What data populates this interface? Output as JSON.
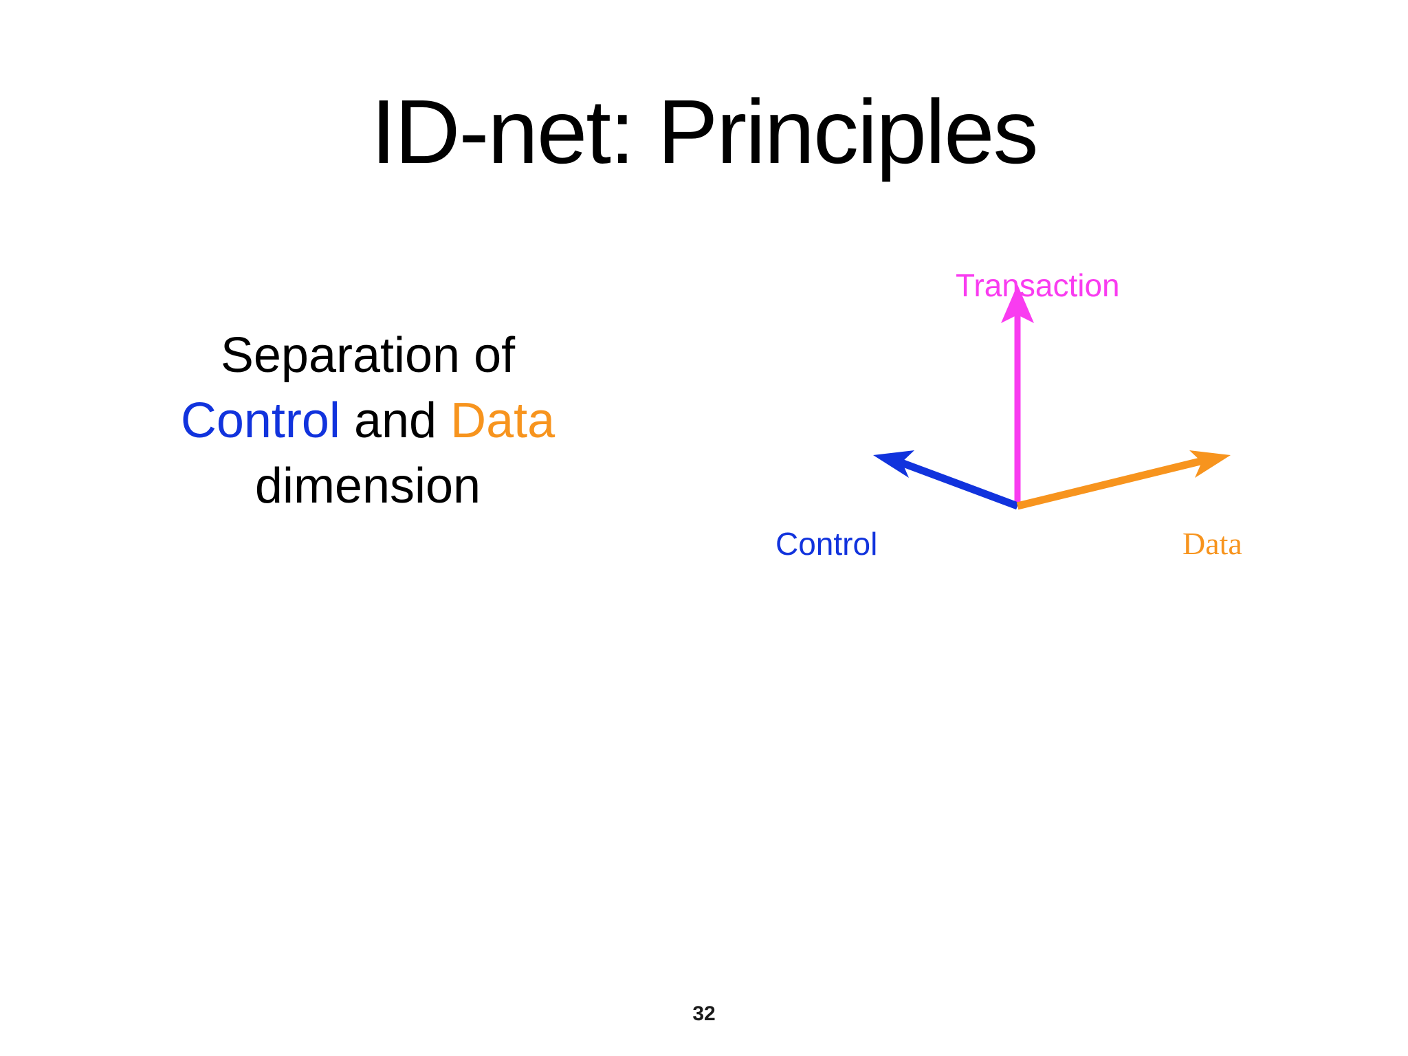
{
  "slide": {
    "title": "ID-net: Principles",
    "page_number": "32",
    "background_color": "#FFFFFF"
  },
  "body": {
    "line1": "Separation of",
    "line2_control": "Control",
    "line2_and": " and ",
    "line2_data": "Data",
    "line3": "dimension",
    "full_text": "Separation of Control and Data dimension"
  },
  "diagram": {
    "type": "three-axis-vector-diagram",
    "origin_label": "",
    "axes": [
      {
        "name": "transaction-axis",
        "label": "Transaction",
        "color": "#F93CF0",
        "direction": "up"
      },
      {
        "name": "control-axis",
        "label": "Control",
        "color": "#1133DD",
        "direction": "down-left"
      },
      {
        "name": "data-axis",
        "label": "Data",
        "color": "#F7941E",
        "direction": "down-right"
      }
    ]
  },
  "colors": {
    "control": "#1133DD",
    "data": "#F7941E",
    "transaction": "#F93CF0",
    "text": "#000000",
    "background": "#FFFFFF"
  }
}
